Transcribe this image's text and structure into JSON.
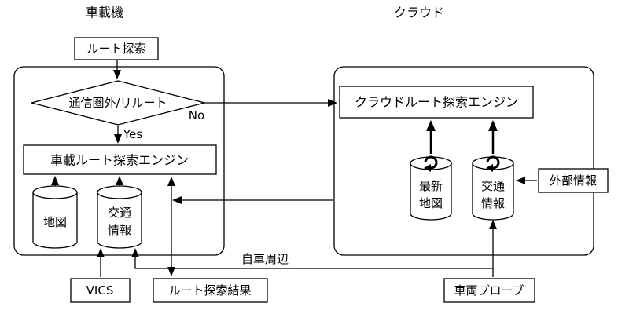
{
  "diagram": {
    "title_left": "車載機",
    "title_right": "クラウド",
    "route_search": "ルート探索",
    "decision": "通信圏外/リルート",
    "no_label": "No",
    "yes_label": "Yes",
    "onboard_engine": "車載ルート探索エンジン",
    "cloud_engine": "クラウドルート探索エンジン",
    "map_db": "地図",
    "traffic_db_l1": "交通",
    "traffic_db_l2": "情報",
    "latest_map_db_l1": "最新",
    "latest_map_db_l2": "地図",
    "cloud_traffic_db_l1": "交通",
    "cloud_traffic_db_l2": "情報",
    "external_info": "外部情報",
    "vics": "VICS",
    "route_result": "ルート探索結果",
    "vehicle_probe": "車両プローブ",
    "vicinity_label": "自車周辺"
  },
  "icons": {
    "refresh": "↻"
  },
  "colors": {
    "stroke": "#000000",
    "fill": "#ffffff",
    "text": "#000000",
    "background": "#ffffff"
  }
}
